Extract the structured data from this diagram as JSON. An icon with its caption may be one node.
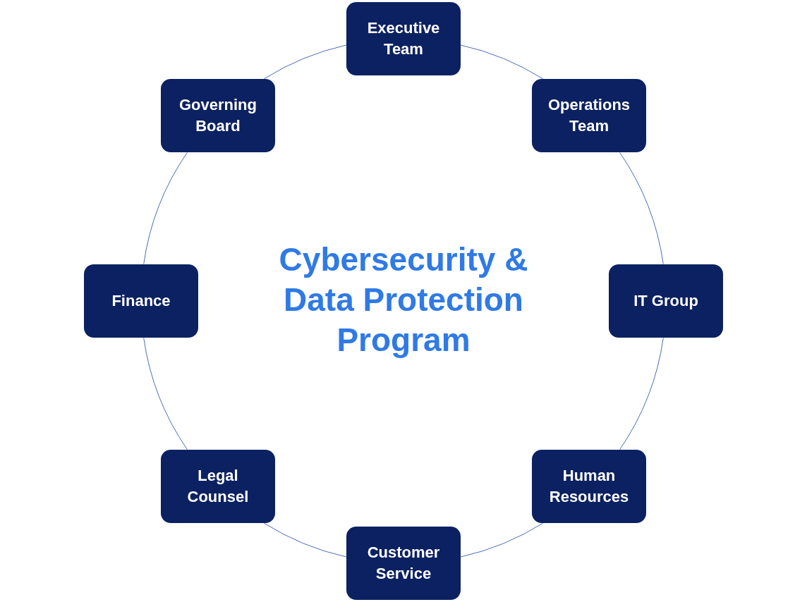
{
  "diagram": {
    "title": "Cybersecurity & Data Protection Program",
    "nodes": [
      {
        "text": [
          "Executive Team"
        ]
      },
      {
        "text": [
          "Governing Board"
        ]
      },
      {
        "text": [
          "Operations Team"
        ]
      },
      {
        "text": [
          "Finance"
        ]
      },
      {
        "text": [
          "IT Group"
        ]
      },
      {
        "text": [
          "Legal Counsel"
        ]
      },
      {
        "text": [
          "Human Resources"
        ]
      },
      {
        "text": [
          "Customer Service"
        ]
      }
    ],
    "edges": [
      {
        "from": 0,
        "to": 2,
        "arrow": "none"
      },
      {
        "from": 2,
        "to": 4,
        "arrow": "none"
      },
      {
        "from": 4,
        "to": 6,
        "arrow": "none"
      },
      {
        "from": 6,
        "to": 7,
        "arrow": "none"
      },
      {
        "from": 7,
        "to": 5,
        "arrow": "none"
      },
      {
        "from": 5,
        "to": 3,
        "arrow": "none"
      },
      {
        "from": 3,
        "to": 1,
        "arrow": "none"
      },
      {
        "from": 1,
        "to": 0,
        "arrow": "none"
      }
    ]
  }
}
